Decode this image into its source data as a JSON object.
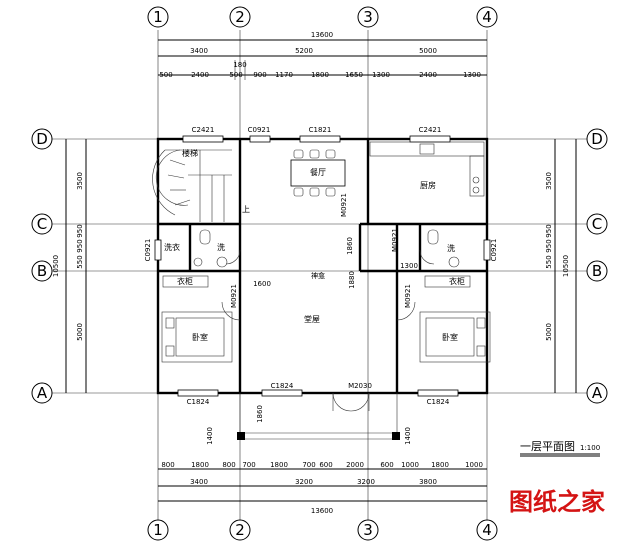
{
  "axes": {
    "numbers": [
      "1",
      "2",
      "3",
      "4"
    ],
    "letters": [
      "D",
      "C",
      "B",
      "A"
    ]
  },
  "dimensions": {
    "total": "13600",
    "top_row1": [
      "3400",
      "5200",
      "5000"
    ],
    "top_row2": [
      "500",
      "2400",
      "500",
      "900",
      "1170",
      "1800",
      "1650",
      "1300",
      "2400",
      "1300"
    ],
    "top_small": "180",
    "bottom_row1": [
      "800",
      "1800",
      "800",
      "700",
      "1800",
      "700",
      "600",
      "2000",
      "600",
      "1000",
      "1800",
      "1000"
    ],
    "bottom_row2": [
      "3400",
      "3200",
      "3200",
      "3800"
    ],
    "side_left_total": "10500",
    "side_right_total": "10500",
    "side_segments": [
      "3500",
      "950",
      "550",
      "5000"
    ],
    "side_small": "950",
    "interior": [
      "1600",
      "1860",
      "1300",
      "1880",
      "1860",
      "1400",
      "1400"
    ]
  },
  "openings": {
    "windows_top": [
      "C2421",
      "C0921",
      "C1821",
      "C2421"
    ],
    "windows_side": [
      "C0921",
      "C0921"
    ],
    "windows_bottom": [
      "C1824",
      "C1824",
      "C1824"
    ],
    "doors": [
      "M0921",
      "M0921",
      "M0921",
      "M2030",
      "M0921"
    ]
  },
  "rooms": {
    "dining": "餐厅",
    "kitchen": "厨房",
    "stair": "楼梯",
    "up": "上",
    "laundry": "洗衣",
    "wash_left": "洗",
    "wash_right": "洗",
    "wardrobe_left": "衣柜",
    "wardrobe_right": "衣柜",
    "bedroom_left": "卧室",
    "bedroom_right": "卧室",
    "hall": "堂屋",
    "shrine": "神龛"
  },
  "title": {
    "name": "一层平面图",
    "scale": "1:100"
  },
  "watermark": "图纸之家"
}
